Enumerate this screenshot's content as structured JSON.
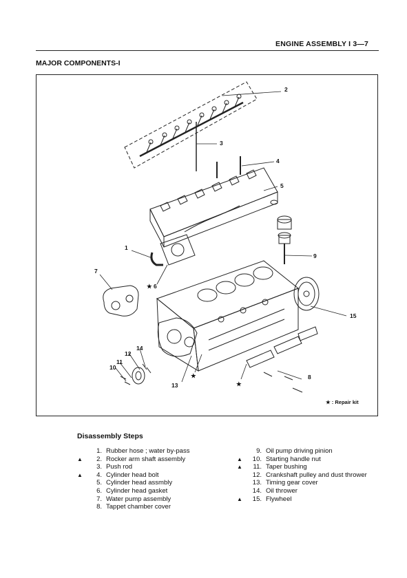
{
  "header": {
    "text": "ENGINE ASSEMBLY I 3—7"
  },
  "section_title": "MAJOR COMPONENTS-I",
  "figure": {
    "callouts": [
      "1",
      "2",
      "3",
      "4",
      "5",
      "★ 6",
      "7",
      "8",
      "9",
      "10",
      "11",
      "12",
      "13",
      "14",
      "15",
      "★",
      "★"
    ],
    "repair_note": "★ : Repair kit"
  },
  "steps": {
    "title": "Disassembly Steps",
    "left": [
      {
        "mark": "",
        "num": "1.",
        "text": "Rubber hose ; water by-pass"
      },
      {
        "mark": "▲",
        "num": "2.",
        "text": "Rocker arm shaft assembly"
      },
      {
        "mark": "",
        "num": "3.",
        "text": "Push rod"
      },
      {
        "mark": "▲",
        "num": "4.",
        "text": "Cylinder head bolt"
      },
      {
        "mark": "",
        "num": "5.",
        "text": "Cylinder head assmbly"
      },
      {
        "mark": "",
        "num": "6.",
        "text": "Cylinder head gasket"
      },
      {
        "mark": "",
        "num": "7.",
        "text": "Water pump assembly"
      },
      {
        "mark": "",
        "num": "8.",
        "text": "Tappet chamber cover"
      }
    ],
    "right": [
      {
        "mark": "",
        "num": "9.",
        "text": "Oil pump driving pinion"
      },
      {
        "mark": "▲",
        "num": "10.",
        "text": "Starting handle nut"
      },
      {
        "mark": "▲",
        "num": "11.",
        "text": "Taper bushing"
      },
      {
        "mark": "",
        "num": "12.",
        "text": "Crankshaft pulley and dust thrower"
      },
      {
        "mark": "",
        "num": "13.",
        "text": "Timing gear cover"
      },
      {
        "mark": "",
        "num": "14.",
        "text": "Oil thrower"
      },
      {
        "mark": "▲",
        "num": "15.",
        "text": "Flywheel"
      }
    ]
  }
}
